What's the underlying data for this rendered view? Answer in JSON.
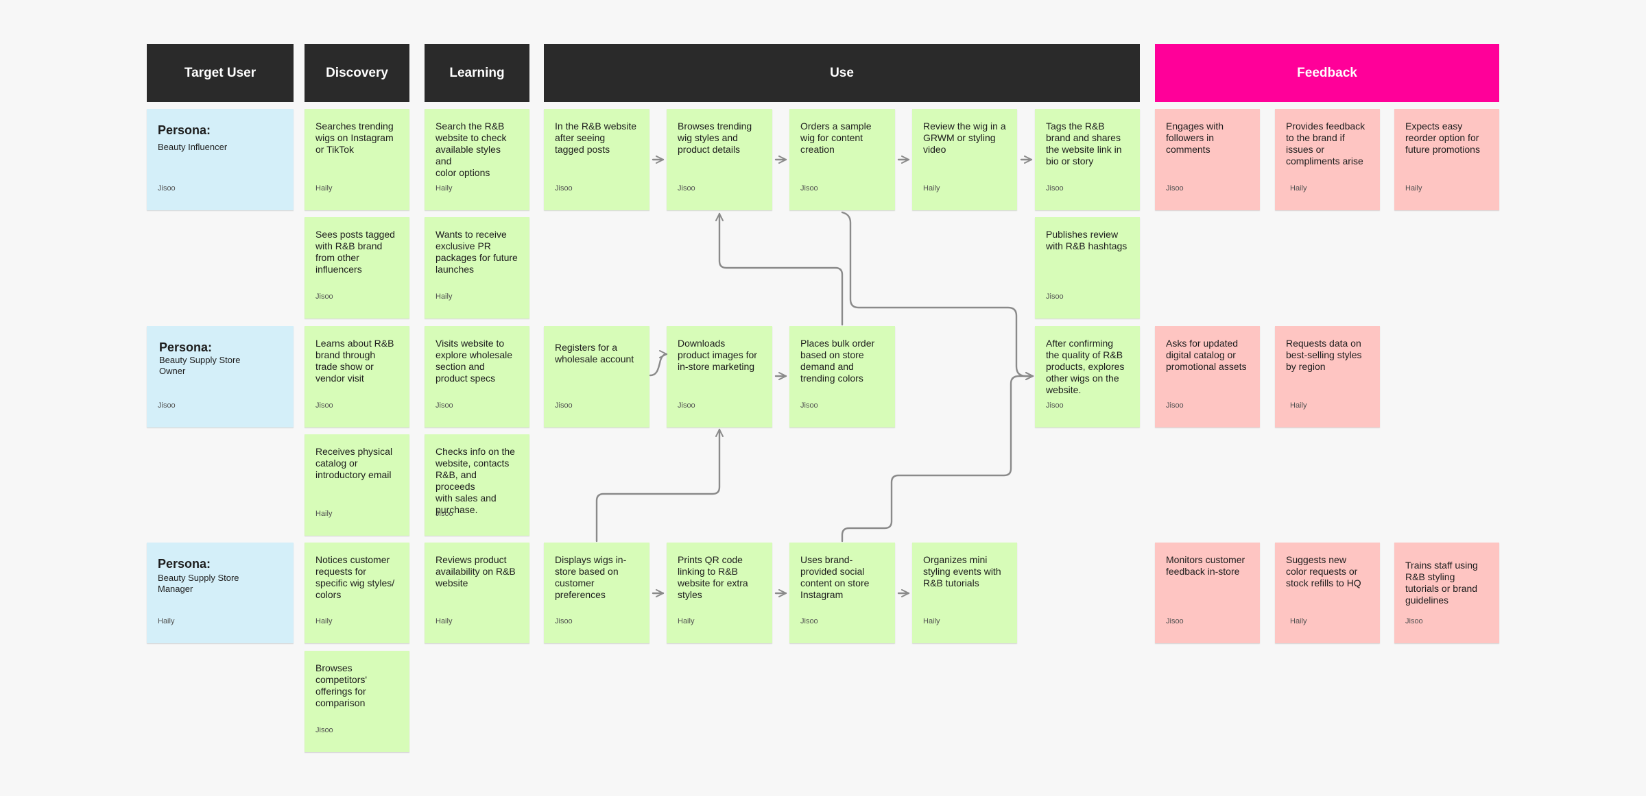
{
  "colors": {
    "header": "#2a2a2a",
    "feedback_header": "#ff0099",
    "persona_note": "#d4eff9",
    "action_note": "#d7fcb8",
    "feedback_note": "#fec5c2",
    "arrow": "#8a8a8a",
    "canvas": "#f7f7f7"
  },
  "headers": {
    "target_user": "Target User",
    "discovery": "Discovery",
    "learning": "Learning",
    "use": "Use",
    "feedback": "Feedback"
  },
  "personas": {
    "influencer": {
      "title": "Persona:",
      "name": "Beauty Influencer",
      "author": "Jisoo"
    },
    "owner": {
      "title": "Persona:",
      "name": "Beauty Supply Store\nOwner",
      "author": "Jisoo"
    },
    "manager": {
      "title": "Persona:",
      "name": "Beauty Supply Store\nManager",
      "author": "Haily"
    }
  },
  "notes": {
    "disc_1": {
      "text": "Searches trending\nwigs on Instagram\nor TikTok",
      "author": "Haily"
    },
    "disc_2": {
      "text": "Sees posts tagged\nwith R&B brand\nfrom other\ninfluencers",
      "author": "Jisoo"
    },
    "disc_3": {
      "text": "Learns about R&B\nbrand through\ntrade show or\nvendor visit",
      "author": "Jisoo"
    },
    "disc_4": {
      "text": "Receives physical\ncatalog or\nintroductory email",
      "author": "Haily"
    },
    "disc_5": {
      "text": "Notices customer\nrequests for\nspecific wig styles/\ncolors",
      "author": "Haily"
    },
    "disc_6": {
      "text": "Browses\ncompetitors'\nofferings for\ncomparison",
      "author": "Jisoo"
    },
    "learn_1": {
      "text": "Search the R&B\nwebsite to check\navailable styles and\ncolor options",
      "author": "Haily"
    },
    "learn_2": {
      "text": "Wants to receive\nexclusive PR\npackages for future\nlaunches",
      "author": "Haily"
    },
    "learn_3": {
      "text": "Visits website to\nexplore wholesale\nsection and\nproduct specs",
      "author": "Jisoo"
    },
    "learn_4": {
      "text": "Checks info on the\nwebsite, contacts\nR&B, and proceeds\nwith sales and\npurchase.",
      "author": "Jisoo"
    },
    "learn_5": {
      "text": "Reviews product\navailability on R&B\nwebsite",
      "author": "Haily"
    },
    "use_a1": {
      "text": "In the R&B website\nafter seeing\ntagged posts",
      "author": "Jisoo"
    },
    "use_a2": {
      "text": "Browses trending\nwig styles and\nproduct details",
      "author": "Jisoo"
    },
    "use_a3": {
      "text": "Orders a sample\nwig for content\ncreation",
      "author": "Jisoo"
    },
    "use_a4": {
      "text": "Review the wig in a\nGRWM or styling\nvideo",
      "author": "Haily"
    },
    "use_a5": {
      "text": "Tags the R&B\nbrand and shares\nthe website link in\nbio or story",
      "author": "Jisoo"
    },
    "use_a6": {
      "text": "Publishes review\nwith R&B hashtags",
      "author": "Jisoo"
    },
    "use_b1": {
      "text": "Registers for a\nwholesale account",
      "author": "Jisoo"
    },
    "use_b2": {
      "text": "Downloads\nproduct images for\nin-store marketing",
      "author": "Jisoo"
    },
    "use_b3": {
      "text": "Places bulk order\nbased on store\ndemand and\ntrending colors",
      "author": "Jisoo"
    },
    "use_b4": {
      "text": "After confirming\nthe quality of R&B\nproducts, explores\nother wigs on the\nwebsite.",
      "author": "Jisoo"
    },
    "use_c1": {
      "text": "Displays wigs in-\nstore based on\ncustomer\npreferences",
      "author": "Jisoo"
    },
    "use_c2": {
      "text": "Prints QR code\nlinking to R&B\nwebsite for extra\nstyles",
      "author": "Haily"
    },
    "use_c3": {
      "text": "Uses brand-\nprovided social\ncontent on store\nInstagram",
      "author": "Jisoo"
    },
    "use_c4": {
      "text": "Organizes mini\nstyling events with\nR&B tutorials",
      "author": "Haily"
    },
    "fb_a1": {
      "text": "Engages with\nfollowers in\ncomments",
      "author": "Jisoo"
    },
    "fb_a2": {
      "text": "Provides feedback\nto the brand if\nissues or\ncompliments arise",
      "author": "Haily"
    },
    "fb_a3": {
      "text": "Expects easy\nreorder option for\nfuture promotions",
      "author": "Haily"
    },
    "fb_b1": {
      "text": "Asks for updated\ndigital catalog or\npromotional assets",
      "author": "Jisoo"
    },
    "fb_b2": {
      "text": "Requests data on\nbest-selling styles\nby region",
      "author": "Haily"
    },
    "fb_c1": {
      "text": "Monitors customer\nfeedback in-store",
      "author": "Jisoo"
    },
    "fb_c2": {
      "text": "Suggests new\ncolor requests or\nstock refills to HQ",
      "author": "Haily"
    },
    "fb_c3": {
      "text": "Trains staff using\nR&B styling\ntutorials or brand\nguidelines",
      "author": "Jisoo"
    }
  }
}
